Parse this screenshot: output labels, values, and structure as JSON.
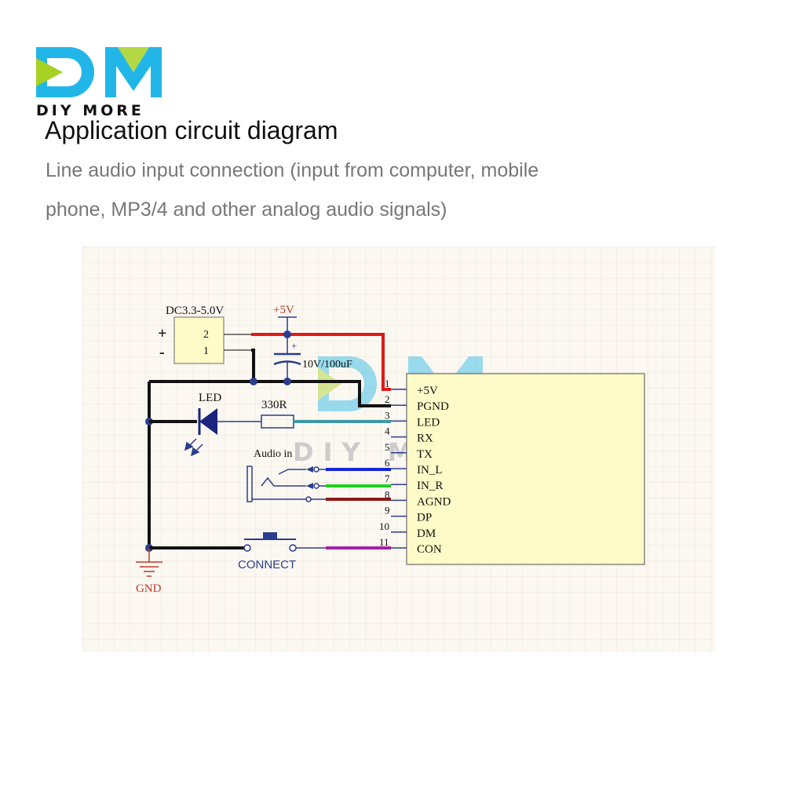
{
  "brand": {
    "logo_letters": "DM",
    "name": "DIY MORE"
  },
  "header": {
    "title": "Application circuit diagram",
    "subtitle_line1": "Line audio input connection (input from computer, mobile",
    "subtitle_line2": "phone, MP3/4 and other analog audio signals)"
  },
  "diagram": {
    "power": {
      "label": "DC3.3-5.0V",
      "pin2": "2",
      "pin1": "1",
      "plus": "+",
      "minus": "-"
    },
    "vcc_label": "+5V",
    "capacitor": {
      "label": "10V/100uF",
      "polarity": "+"
    },
    "led_label": "LED",
    "resistor_label": "330R",
    "audio_label": "Audio in",
    "button_label": "CONNECT",
    "ground_label": "GND",
    "watermark": "DIY MORE",
    "module_pins": [
      {
        "num": "1",
        "name": "+5V"
      },
      {
        "num": "2",
        "name": "PGND"
      },
      {
        "num": "3",
        "name": "LED"
      },
      {
        "num": "4",
        "name": "RX"
      },
      {
        "num": "5",
        "name": "TX"
      },
      {
        "num": "6",
        "name": "IN_L"
      },
      {
        "num": "7",
        "name": "IN_R"
      },
      {
        "num": "8",
        "name": "AGND"
      },
      {
        "num": "9",
        "name": "DP"
      },
      {
        "num": "10",
        "name": "DM"
      },
      {
        "num": "11",
        "name": "CON"
      }
    ],
    "colors": {
      "background": "#fbf8f1",
      "grid": "#eee5da",
      "module_fill": "#fefbc8",
      "vcc_wire": "#e01919",
      "ground_wire": "#111111",
      "led_wire": "#3f9aa3",
      "left_wire": "#1524d8",
      "right_wire": "#1fd11f",
      "agnd_wire": "#8b1a1a",
      "con_wire": "#a321a8",
      "component": "#2a3d8f",
      "accent_label": "#c0392b",
      "logo_cyan": "#22b6e8",
      "logo_green": "#a6d122"
    }
  }
}
